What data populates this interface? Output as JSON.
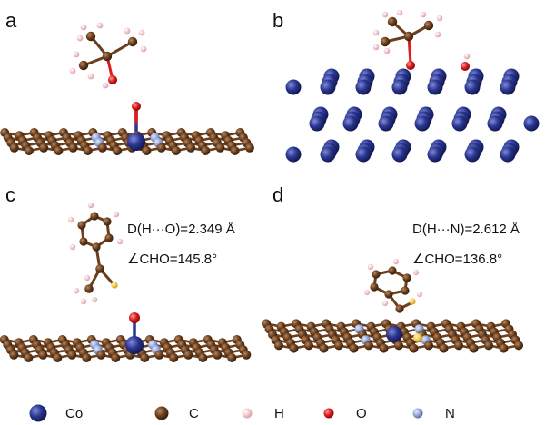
{
  "panels": {
    "a": {
      "label": "a"
    },
    "b": {
      "label": "b"
    },
    "c": {
      "label": "c",
      "distance": "D(H···O)=2.349 Å",
      "angle": "∠CHO=145.8°"
    },
    "d": {
      "label": "d",
      "distance": "D(H···N)=2.612 Å",
      "angle": "∠CHO=136.8°"
    }
  },
  "legend": [
    {
      "label": "Co",
      "color": "#2a3590"
    },
    {
      "label": "C",
      "color": "#6b3f1d"
    },
    {
      "label": "H",
      "color": "#f2c6cc"
    },
    {
      "label": "O",
      "color": "#e01b1b"
    },
    {
      "label": "N",
      "color": "#8fa3d4"
    }
  ]
}
